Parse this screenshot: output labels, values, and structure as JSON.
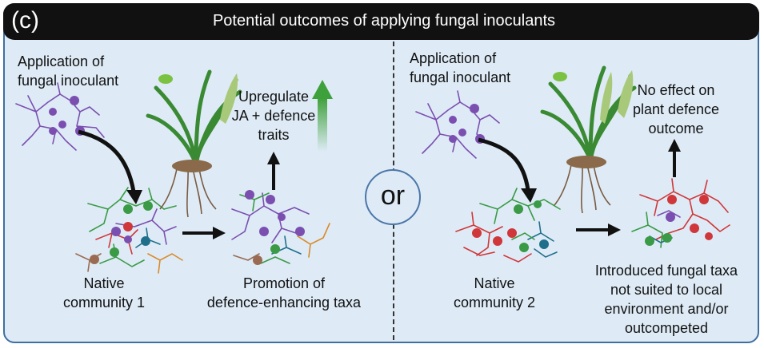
{
  "panel": {
    "letter": "(c)",
    "title": "Potential outcomes of applying fungal inoculants"
  },
  "left": {
    "application_line1": "Application of",
    "application_line2": "fungal inoculant",
    "upregulate_line1": "Upregulate",
    "upregulate_line2": "JA + defence",
    "upregulate_line3": "traits",
    "native_line1": "Native",
    "native_line2": "community 1",
    "promotion_line1": "Promotion of",
    "promotion_line2": "defence-enhancing taxa"
  },
  "center": {
    "or": "or"
  },
  "right": {
    "application_line1": "Application of",
    "application_line2": "fungal inoculant",
    "no_effect_line1": "No effect on",
    "no_effect_line2": "plant defence",
    "no_effect_line3": "outcome",
    "native_line1": "Native",
    "native_line2": "community 2",
    "introduced_line1": "Introduced fungal taxa",
    "introduced_line2": "not suited to local",
    "introduced_line3": "environment and/or",
    "introduced_line4": "outcompeted"
  },
  "colors": {
    "header": "#111111",
    "panel": "#deebf6",
    "inoculant": "#7b4fb0",
    "green_fungus": "#3a9a46",
    "red_fungus": "#d0373a",
    "teal_fungus": "#1f6f8b",
    "orange_fungus": "#d98a2b",
    "brown_fungus": "#9a6b52",
    "up_arrow": "#3ea03a"
  }
}
